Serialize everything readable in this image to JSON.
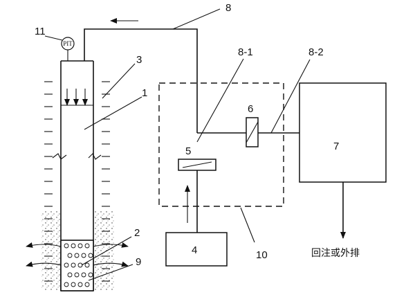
{
  "labels": {
    "l1": "1",
    "l2": "2",
    "l3": "3",
    "l4": "4",
    "l5": "5",
    "l6": "6",
    "l7": "7",
    "l8": "8",
    "l8_1": "8-1",
    "l8_2": "8-2",
    "l9": "9",
    "l10": "10",
    "l11": "11"
  },
  "gauge": {
    "text": "PIT"
  },
  "outlet": {
    "text": "回注或外排"
  }
}
